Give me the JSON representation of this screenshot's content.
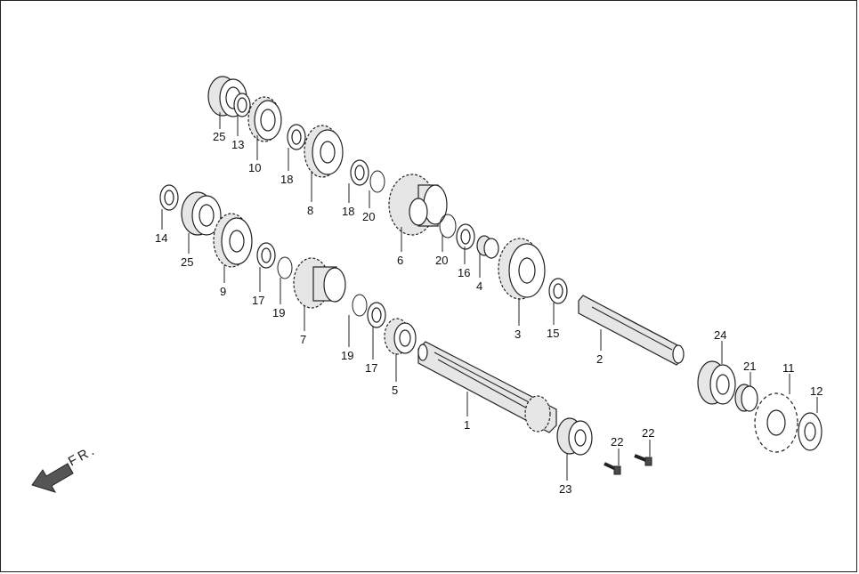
{
  "diagram": {
    "direction_marker": {
      "text": "FR.",
      "icon": "front-direction-arrow-icon"
    },
    "callouts": [
      {
        "id": "c25a",
        "text": "25"
      },
      {
        "id": "c13",
        "text": "13"
      },
      {
        "id": "c10",
        "text": "10"
      },
      {
        "id": "c18a",
        "text": "18"
      },
      {
        "id": "c8",
        "text": "8"
      },
      {
        "id": "c18b",
        "text": "18"
      },
      {
        "id": "c20a",
        "text": "20"
      },
      {
        "id": "c6",
        "text": "6"
      },
      {
        "id": "c20b",
        "text": "20"
      },
      {
        "id": "c16",
        "text": "16"
      },
      {
        "id": "c4",
        "text": "4"
      },
      {
        "id": "c3",
        "text": "3"
      },
      {
        "id": "c15",
        "text": "15"
      },
      {
        "id": "c2",
        "text": "2"
      },
      {
        "id": "c14",
        "text": "14"
      },
      {
        "id": "c25b",
        "text": "25"
      },
      {
        "id": "c9",
        "text": "9"
      },
      {
        "id": "c17a",
        "text": "17"
      },
      {
        "id": "c19a",
        "text": "19"
      },
      {
        "id": "c7",
        "text": "7"
      },
      {
        "id": "c19b",
        "text": "19"
      },
      {
        "id": "c17b",
        "text": "17"
      },
      {
        "id": "c5",
        "text": "5"
      },
      {
        "id": "c1",
        "text": "1"
      },
      {
        "id": "c23",
        "text": "23"
      },
      {
        "id": "c22a",
        "text": "22"
      },
      {
        "id": "c22b",
        "text": "22"
      },
      {
        "id": "c24",
        "text": "24"
      },
      {
        "id": "c21",
        "text": "21"
      },
      {
        "id": "c11",
        "text": "11"
      },
      {
        "id": "c12",
        "text": "12"
      }
    ]
  }
}
